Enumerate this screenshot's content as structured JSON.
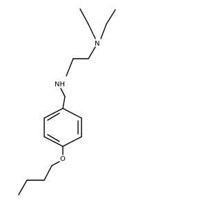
{
  "molecule": {
    "atom_labels": {
      "amine_tertiary": "N",
      "amine_secondary": "NH",
      "ether_oxygen": "O"
    }
  },
  "colors": {
    "bond": "#000000",
    "label": "#000000",
    "background": "#ffffff"
  }
}
